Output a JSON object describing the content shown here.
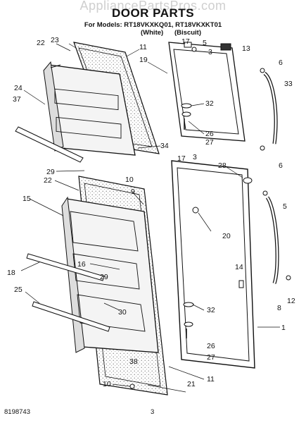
{
  "watermark": "AppliancePartsPros.com",
  "header": {
    "title": "DOOR PARTS",
    "models": "For Models: RT18VKXKQ01, RT18VKXKT01",
    "variant_white": "(White)",
    "variant_biscuit": "(Biscuit)"
  },
  "footer": {
    "doc_number": "8198743",
    "page": "3"
  },
  "callouts": [
    "22",
    "23",
    "11",
    "17",
    "5",
    "3",
    "13",
    "19",
    "6",
    "24",
    "37",
    "32",
    "33",
    "26",
    "27",
    "34",
    "17",
    "3",
    "28",
    "6",
    "29",
    "10",
    "22",
    "9",
    "15",
    "5",
    "20",
    "14",
    "16",
    "18",
    "29",
    "25",
    "30",
    "8",
    "12",
    "32",
    "26",
    "27",
    "38",
    "1",
    "10",
    "21",
    "11"
  ]
}
